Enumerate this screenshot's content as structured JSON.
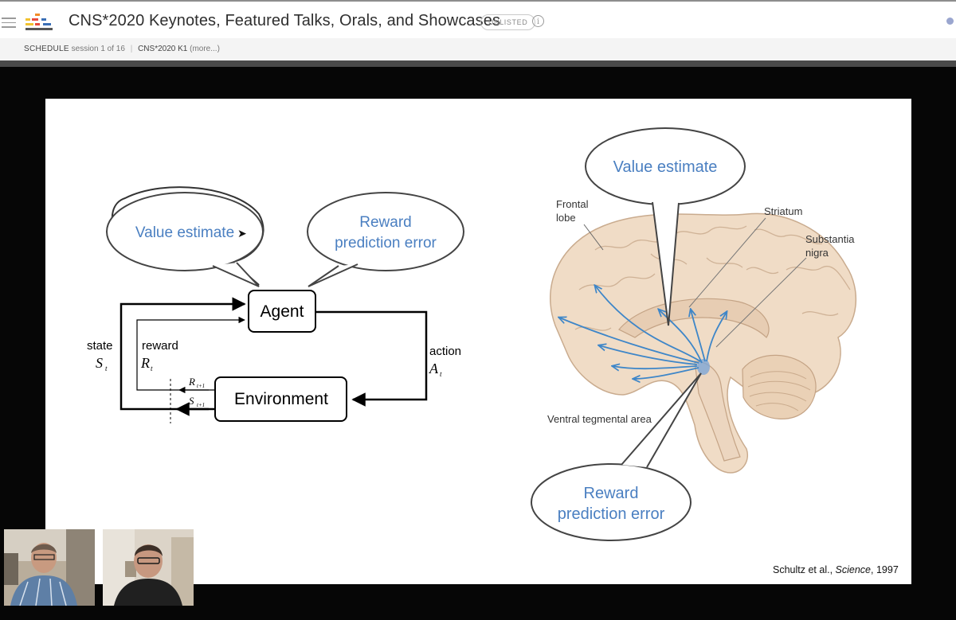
{
  "header": {
    "title": "CNS*2020 Keynotes, Featured Talks, Orals, and Showcases",
    "badge": "UNLISTED",
    "info_icon": "info-icon"
  },
  "breadcrumb": {
    "schedule": "SCHEDULE",
    "session": "session 1 of 16",
    "talk": "CNS*2020 K1",
    "more": "(more...)"
  },
  "slide": {
    "left": {
      "bubble_value": "Value estimate",
      "bubble_rpe_line1": "Reward",
      "bubble_rpe_line2": "prediction error",
      "agent": "Agent",
      "environment": "Environment",
      "state_label": "state",
      "state_symbol": "S",
      "state_sub": "t",
      "reward_label": "reward",
      "reward_symbol": "R",
      "reward_sub": "t",
      "action_label": "action",
      "action_symbol": "A",
      "action_sub": "t",
      "r_next": "R",
      "r_next_sub": "t+1",
      "s_next": "S",
      "s_next_sub": "t+1"
    },
    "right": {
      "bubble_value": "Value estimate",
      "bubble_rpe_line1": "Reward",
      "bubble_rpe_line2": "prediction error",
      "frontal_line1": "Frontal",
      "frontal_line2": "lobe",
      "striatum": "Striatum",
      "substantia_line1": "Substantia",
      "substantia_line2": "nigra",
      "vta": "Ventral tegmental area"
    },
    "citation_authors": "Schultz et al.,",
    "citation_journal": "Science",
    "citation_year": ", 1997"
  },
  "colors": {
    "accent_blue": "#4a7fc1",
    "brain": "#efd9c4",
    "pathway": "#3e86c8"
  }
}
